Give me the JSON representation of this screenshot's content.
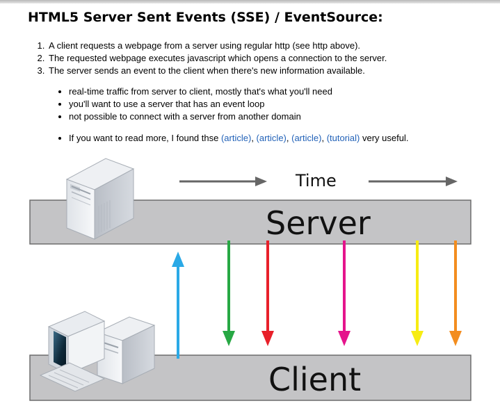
{
  "title": "HTML5 Server Sent Events (SSE) / EventSource:",
  "steps": [
    "A client requests a webpage from a server using regular http (see http above).",
    "The requested webpage executes javascript which opens a connection to the server.",
    "The server sends an event to the client when there's new information available."
  ],
  "bullets": [
    "real-time traffic from server to client, mostly that's what you'll need",
    "you'll want to use a server that has an event loop",
    "not possible to connect with a server from another domain"
  ],
  "more": {
    "prefix": "If you want to read more, I found thse ",
    "links": [
      "(article)",
      "(article)",
      "(article)",
      "(tutorial)"
    ],
    "suffix": " very useful."
  },
  "diagram": {
    "time_label": "Time",
    "server_label": "Server",
    "client_label": "Client",
    "colors": {
      "bar_fill": "#c4c4c6",
      "request_arrow": "#2aa9e6",
      "event_arrows": [
        "#27a844",
        "#e8202a",
        "#e5148c",
        "#f7ec13",
        "#f38d1f"
      ],
      "time_arrow": "#666666"
    },
    "icons": [
      "server-tower-icon",
      "client-computer-icon",
      "monitor-icon"
    ]
  }
}
